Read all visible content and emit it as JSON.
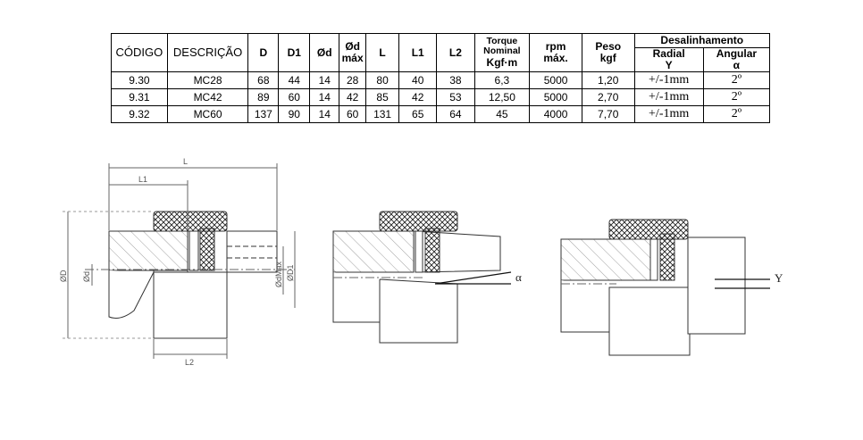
{
  "table": {
    "headers": {
      "codigo": "CÓDIGO",
      "descricao": "DESCRIÇÃO",
      "d": "D",
      "d1": "D1",
      "od": "Ød",
      "odmax": [
        "Ød",
        "máx"
      ],
      "l": "L",
      "l1": "L1",
      "l2": "L2",
      "torque": [
        "Torque",
        "Nominal",
        "Kgf·m"
      ],
      "rpm": [
        "rpm",
        "máx."
      ],
      "peso": [
        "Peso",
        "kgf"
      ],
      "desalinhamento": "Desalinhamento",
      "radial": [
        "Radial",
        "Y"
      ],
      "angular": [
        "Angular",
        "α"
      ]
    },
    "rows": [
      {
        "codigo": "9.30",
        "descricao": "MC28",
        "d": "68",
        "d1": "44",
        "od": "14",
        "odmax": "28",
        "l": "80",
        "l1": "40",
        "l2": "38",
        "torque": "6,3",
        "rpm": "5000",
        "peso": "1,20",
        "radial": "+/-1mm",
        "angular": "2º"
      },
      {
        "codigo": "9.31",
        "descricao": "MC42",
        "d": "89",
        "d1": "60",
        "od": "14",
        "odmax": "42",
        "l": "85",
        "l1": "42",
        "l2": "53",
        "torque": "12,50",
        "rpm": "5000",
        "peso": "2,70",
        "radial": "+/-1mm",
        "angular": "2º"
      },
      {
        "codigo": "9.32",
        "descricao": "MC60",
        "d": "137",
        "d1": "90",
        "od": "14",
        "odmax": "60",
        "l": "131",
        "l1": "65",
        "l2": "64",
        "torque": "45",
        "rpm": "4000",
        "peso": "7,70",
        "radial": "+/-1mm",
        "angular": "2º"
      }
    ]
  },
  "drawings": {
    "dims": {
      "L": "L",
      "L1": "L1",
      "L2": "L2",
      "OD": "ØD",
      "Od": "Ød",
      "OdMax": "ØdMax",
      "OD1": "ØD1"
    },
    "alpha": "α",
    "y": "Y"
  }
}
